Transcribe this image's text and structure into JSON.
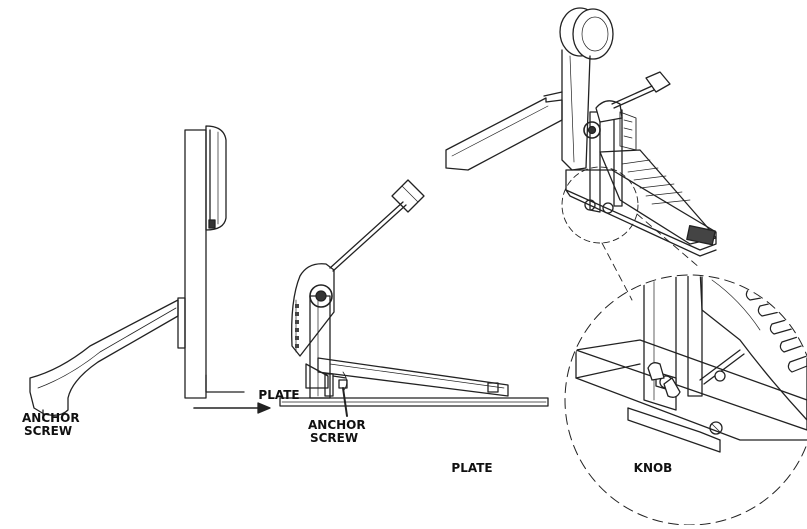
{
  "labels": {
    "anchor_screw_left_1": "ANCHOR",
    "anchor_screw_left_2": "SCREW",
    "plate_top": "PLATE",
    "anchor_screw_mid_1": "ANCHOR",
    "anchor_screw_mid_2": "SCREW",
    "plate_bottom": "PLATE",
    "knob": "KNOB"
  },
  "colors": {
    "line": "#222222",
    "shade": "#bdbdbd",
    "dark": "#555555"
  }
}
